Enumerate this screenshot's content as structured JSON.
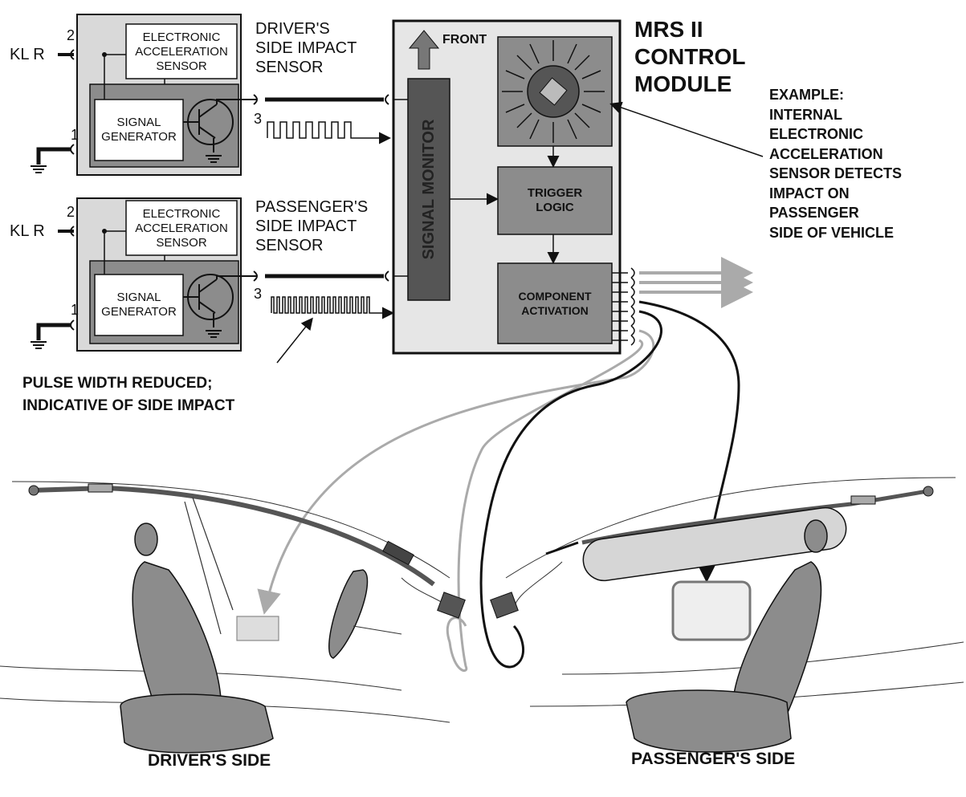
{
  "module": {
    "title_lines": [
      "MRS II",
      "CONTROL",
      "MODULE"
    ],
    "front_label": "FRONT",
    "signal_monitor": "SIGNAL MONITOR",
    "trigger_logic": [
      "TRIGGER",
      "LOGIC"
    ],
    "component_activation": [
      "COMPONENT",
      "ACTIVATION"
    ]
  },
  "driver_sensor": {
    "title_lines": [
      "DRIVER'S",
      "SIDE IMPACT",
      "SENSOR"
    ],
    "accel_lines": [
      "ELECTRONIC",
      "ACCELERATION",
      "SENSOR"
    ],
    "signal_lines": [
      "SIGNAL",
      "GENERATOR"
    ],
    "kl_label": "KL R",
    "pin_top": "2",
    "pin_bottom": "1",
    "pin_out": "3"
  },
  "passenger_sensor": {
    "title_lines": [
      "PASSENGER'S",
      "SIDE IMPACT",
      "SENSOR"
    ],
    "accel_lines": [
      "ELECTRONIC",
      "ACCELERATION",
      "SENSOR"
    ],
    "signal_lines": [
      "SIGNAL",
      "GENERATOR"
    ],
    "kl_label": "KL R",
    "pin_top": "2",
    "pin_bottom": "1",
    "pin_out": "3"
  },
  "example_note": [
    "EXAMPLE:",
    "INTERNAL",
    "ELECTRONIC",
    "ACCELERATION",
    "SENSOR DETECTS",
    "IMPACT ON",
    "PASSENGER",
    "SIDE OF VEHICLE"
  ],
  "pulse_note": [
    "PULSE WIDTH REDUCED;",
    "INDICATIVE OF SIDE IMPACT"
  ],
  "captions": {
    "driver": "DRIVER'S SIDE",
    "passenger": "PASSENGER'S SIDE"
  },
  "colors": {
    "outer_box": "#d9d9d9",
    "inner_box": "#8c8c8c",
    "signal_monitor": "#555555",
    "module_box": "#e6e6e6",
    "wire_dark": "#111111",
    "wire_light": "#aaaaaa"
  }
}
